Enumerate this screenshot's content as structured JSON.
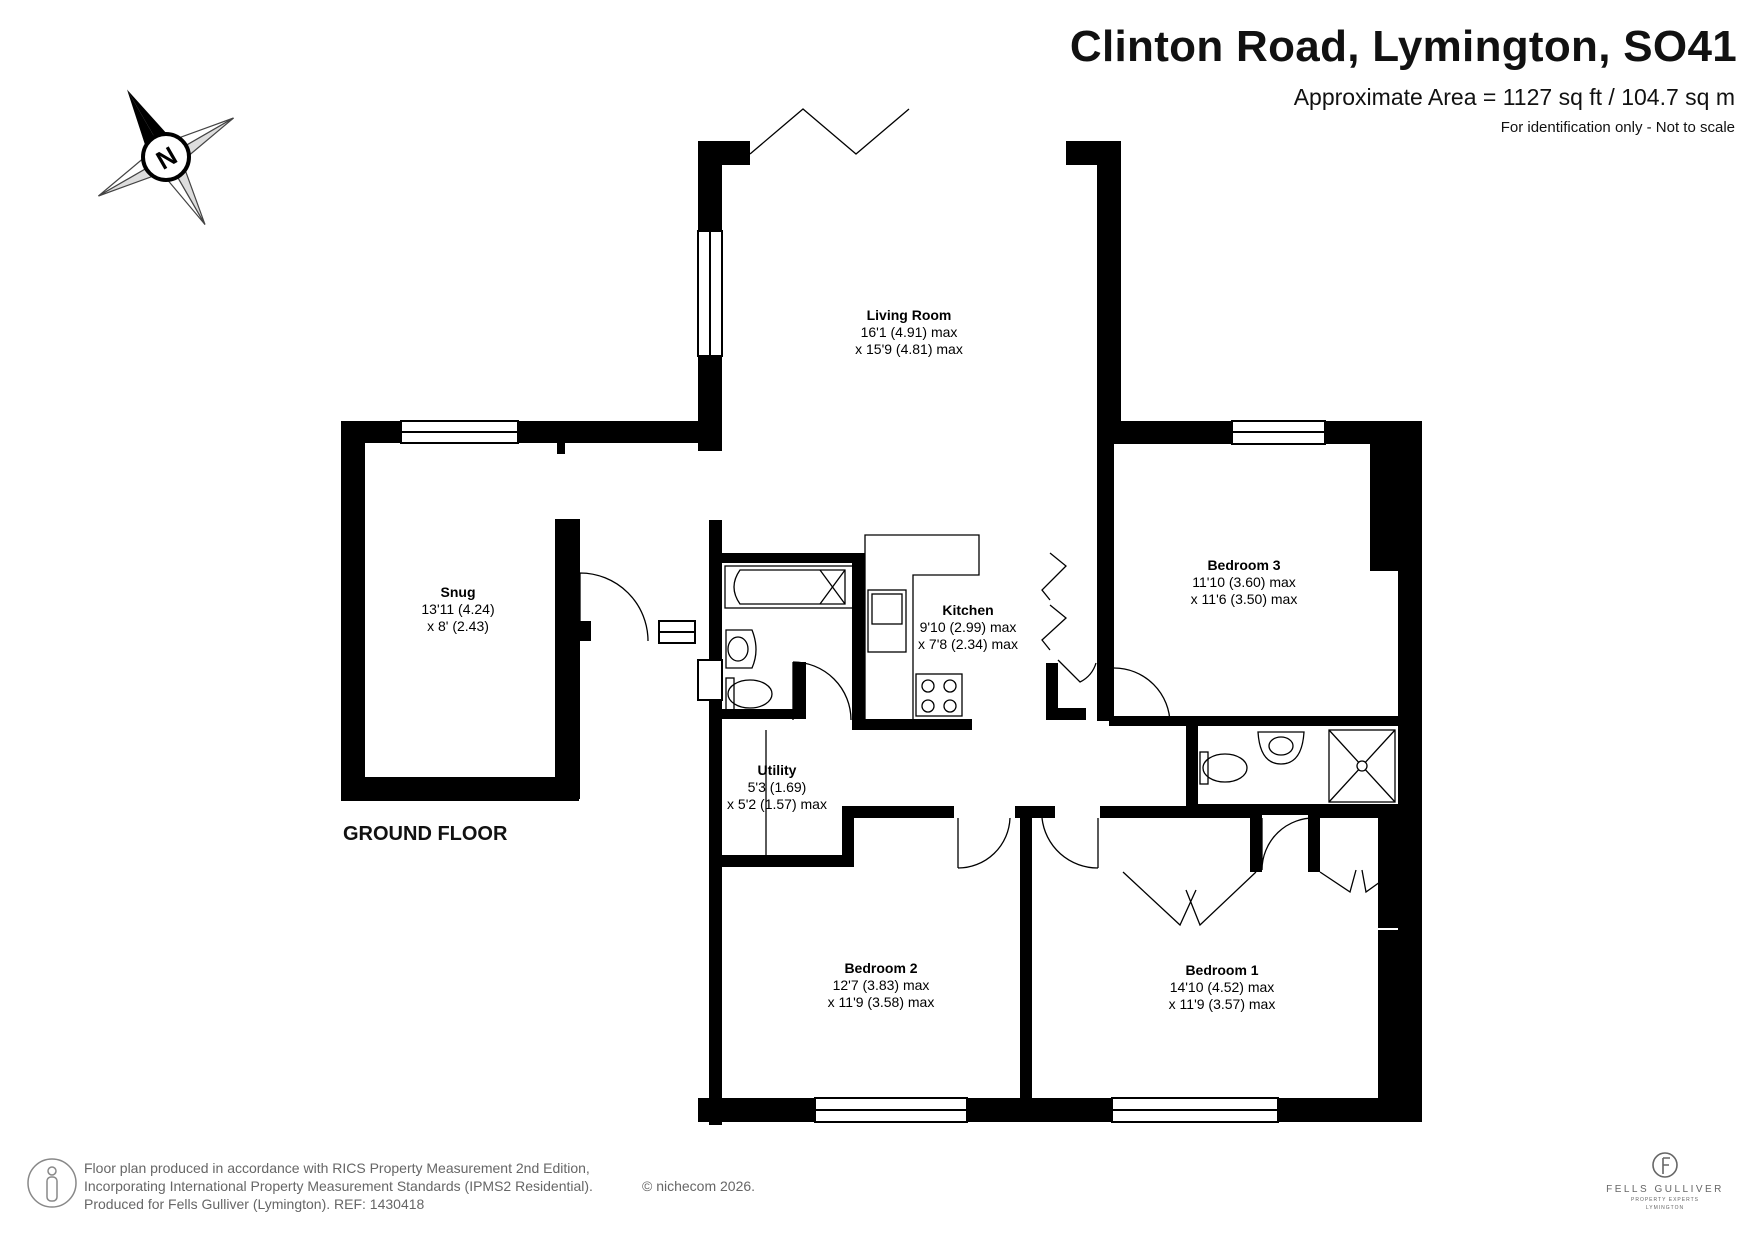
{
  "header": {
    "title": "Clinton Road, Lymington, SO41",
    "area": "Approximate Area = 1127 sq ft / 104.7 sq m",
    "note": "For identification only - Not to scale"
  },
  "compass": {
    "label": "N"
  },
  "rooms": {
    "living_room": {
      "name": "Living Room",
      "dim1": "16'1 (4.91) max",
      "dim2": "x 15'9 (4.81) max"
    },
    "snug": {
      "name": "Snug",
      "dim1": "13'11 (4.24)",
      "dim2": "x 8' (2.43)"
    },
    "kitchen": {
      "name": "Kitchen",
      "dim1": "9'10 (2.99) max",
      "dim2": "x 7'8 (2.34) max"
    },
    "bedroom3": {
      "name": "Bedroom 3",
      "dim1": "11'10 (3.60) max",
      "dim2": "x 11'6 (3.50) max"
    },
    "utility": {
      "name": "Utility",
      "dim1": "5'3 (1.69)",
      "dim2": "x 5'2 (1.57) max"
    },
    "bedroom2": {
      "name": "Bedroom 2",
      "dim1": "12'7 (3.83) max",
      "dim2": "x 11'9 (3.58) max"
    },
    "bedroom1": {
      "name": "Bedroom 1",
      "dim1": "14'10 (4.52) max",
      "dim2": "x 11'9 (3.57) max"
    }
  },
  "floor_label": "GROUND FLOOR",
  "footer": {
    "line1": "Floor plan produced in accordance with RICS Property Measurement 2nd Edition,",
    "line2": "Incorporating International Property Measurement Standards (IPMS2 Residential).",
    "line3": "Produced for Fells Gulliver (Lymington).   REF: 1430418",
    "copyright": "© nichecom 2026."
  },
  "brand": {
    "name": "FELLS GULLIVER",
    "sub": "PROPERTY EXPERTS",
    "sub2": "LYMINGTON"
  },
  "colors": {
    "wall": "#000000",
    "background": "#ffffff",
    "text": "#111111",
    "footer_text": "#666666"
  }
}
